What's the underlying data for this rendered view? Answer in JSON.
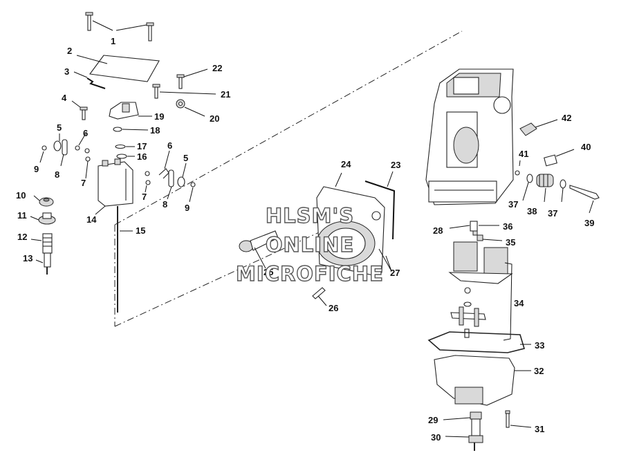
{
  "diagram": {
    "callouts": [
      "1",
      "2",
      "3",
      "4",
      "5",
      "6",
      "7",
      "8",
      "9",
      "10",
      "11",
      "12",
      "13",
      "14",
      "15",
      "16",
      "17",
      "18",
      "19",
      "20",
      "21",
      "22",
      "23",
      "24",
      "25",
      "26",
      "27",
      "28",
      "29",
      "30",
      "31",
      "32",
      "33",
      "34",
      "35",
      "36",
      "37",
      "38",
      "39",
      "40",
      "41",
      "42"
    ],
    "callouts_repeat": {
      "5b": "5",
      "6b": "6",
      "7b": "7",
      "8b": "8",
      "9b": "9",
      "37b": "37"
    }
  },
  "watermark": {
    "line1": "HLSM'S",
    "line2": "ONLINE",
    "line3": "MICROFICHE"
  }
}
